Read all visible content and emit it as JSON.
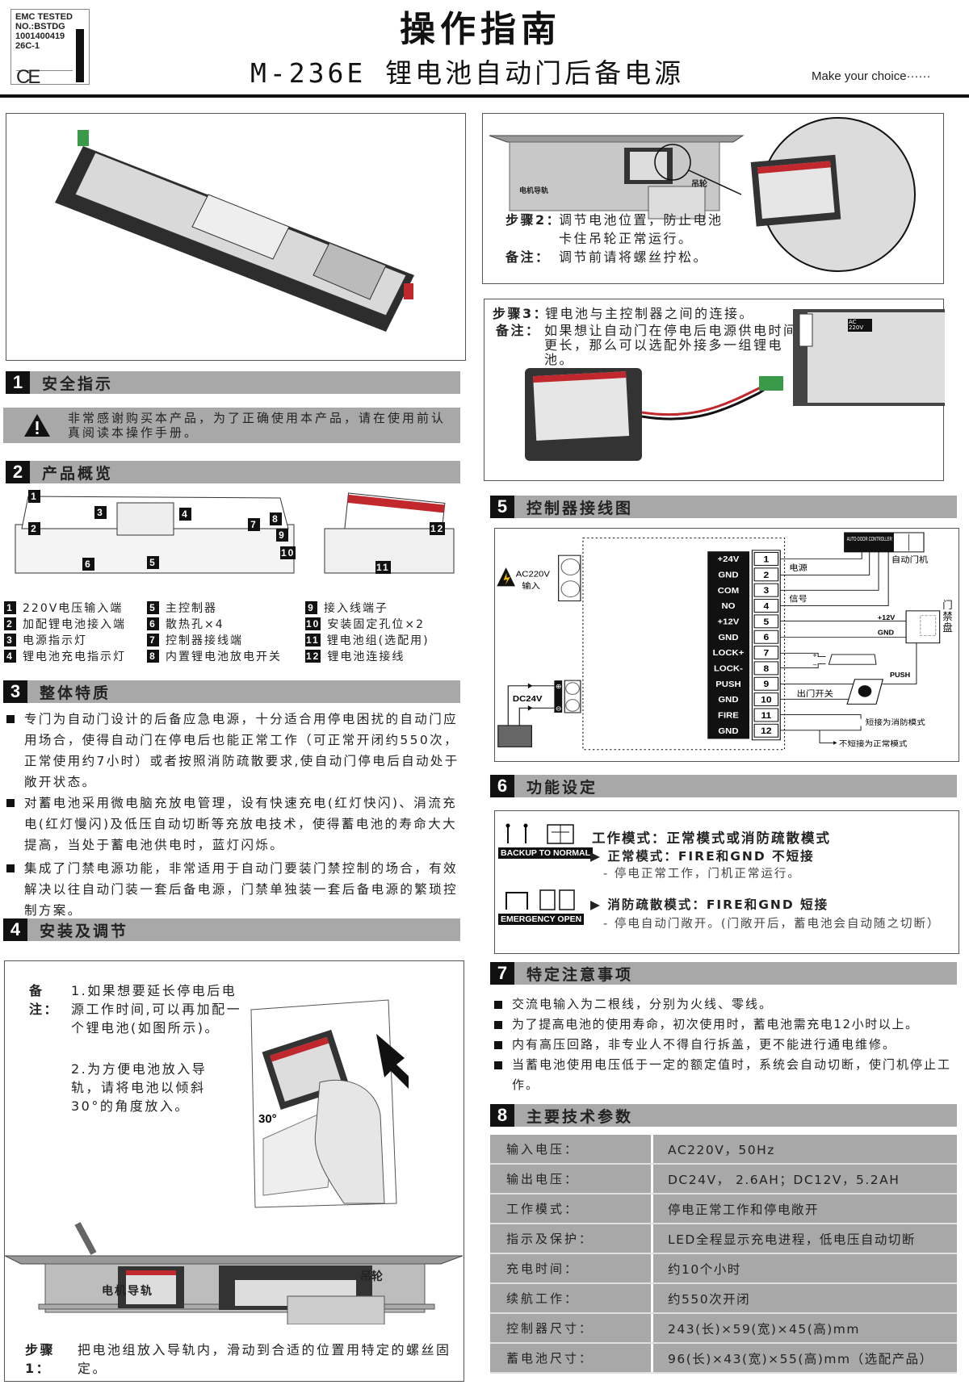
{
  "header": {
    "title": "操作指南",
    "subtitle": "M-236E 锂电池自动门后备电源",
    "slogan": "Make your choice······",
    "emc": [
      "EMC TESTED",
      "NO.:BSTDG",
      "1001400419",
      "26C-1"
    ],
    "ce_mark": "CE"
  },
  "sections": {
    "s1": {
      "num": "1",
      "title": "安全指示"
    },
    "s2": {
      "num": "2",
      "title": "产品概览"
    },
    "s3": {
      "num": "3",
      "title": "整体特质"
    },
    "s4": {
      "num": "4",
      "title": "安装及调节"
    },
    "s5": {
      "num": "5",
      "title": "控制器接线图"
    },
    "s6": {
      "num": "6",
      "title": "功能设定"
    },
    "s7": {
      "num": "7",
      "title": "特定注意事项"
    },
    "s8": {
      "num": "8",
      "title": "主要技术参数"
    }
  },
  "safety": {
    "text": "非常感谢购买本产品，为了正确使用本产品，请在使用前认真阅读本操作手册。"
  },
  "overview": {
    "callouts": [
      "1",
      "2",
      "3",
      "4",
      "5",
      "6",
      "7",
      "8",
      "9",
      "10",
      "11",
      "12"
    ],
    "legend": [
      {
        "n": "1",
        "label": "220V电压输入端"
      },
      {
        "n": "2",
        "label": "加配锂电池接入端"
      },
      {
        "n": "3",
        "label": "电源指示灯"
      },
      {
        "n": "4",
        "label": "锂电池充电指示灯"
      },
      {
        "n": "5",
        "label": "主控制器"
      },
      {
        "n": "6",
        "label": "散热孔×4"
      },
      {
        "n": "7",
        "label": "控制器接线端"
      },
      {
        "n": "8",
        "label": "内置锂电池放电开关"
      },
      {
        "n": "9",
        "label": "接入线端子"
      },
      {
        "n": "10",
        "label": "安装固定孔位×2"
      },
      {
        "n": "11",
        "label": "锂电池组(选配用)"
      },
      {
        "n": "12",
        "label": "锂电池连接线"
      }
    ]
  },
  "features": [
    "专门为自动门设计的后备应急电源，十分适合用停电困扰的自动门应用场合，使得自动门在停电后也能正常工作（可正常开闭约550次，正常使用约7小时）或者按照消防疏散要求,使自动门停电后自动处于敞开状态。",
    "对蓄电池采用微电脑充放电管理，设有快速充电(红灯快闪)、涓流充电(红灯慢闪)及低压自动切断等充放电技术，使得蓄电池的寿命大大提高，当处于蓄电池供电时，蓝灯闪烁。",
    "集成了门禁电源功能，非常适用于自动门要装门禁控制的场合，有效解决以往自动门装一套后备电源，门禁单独装一套后备电源的繁琐控制方案。"
  ],
  "install": {
    "note_label": "备注：",
    "note1": "1.如果想要延长停电后电源工作时间,可以再加配一个锂电池(如图所示)。",
    "note2": "2.为方便电池放入导轨，请将电池以倾斜30°的角度放入。",
    "angle_label": "30°",
    "rail_label": "电机导轨",
    "wheel_label": "吊轮",
    "step1_label": "步骤1：",
    "step1_text": "把电池组放入导轨内，滑动到合适的位置用特定的螺丝固定。"
  },
  "step2": {
    "rail_label": "电机导轨",
    "wheel_label": "吊轮",
    "step_label": "步骤2：",
    "step_text": "调节电池位置，防止电池卡住吊轮正常运行。",
    "note_label": "备注：",
    "note_text": "调节前请将螺丝拧松。"
  },
  "step3": {
    "step_label": "步骤3：",
    "step_text": "锂电池与主控制器之间的连接。",
    "note_label": "备注：",
    "note_text": "如果想让自动门在停电后电源供电时间更长，那么可以选配外接多一组锂电池。",
    "ac_label": "AC 220V"
  },
  "wiring": {
    "ac_input": "AC220V",
    "ac_input_cn": "输入",
    "dc_label": "DC24V",
    "terminals": [
      "+24V",
      "GND",
      "COM",
      "NO",
      "+12V",
      "GND",
      "LOCK+",
      "LOCK-",
      "PUSH",
      "GND",
      "FIRE",
      "GND"
    ],
    "numbers": [
      "1",
      "2",
      "3",
      "4",
      "5",
      "6",
      "7",
      "8",
      "9",
      "10",
      "11",
      "12"
    ],
    "controller": "AUTO-DOOR CONTROLLER",
    "door_machine": "自动门机",
    "power": "电源",
    "signal": "信号",
    "plus12": "+12V",
    "gnd": "GND",
    "access_panel": "门禁盘",
    "push": "PUSH",
    "exit_switch": "出门开关",
    "fire_short": "短接为消防模式",
    "fire_open": "不短接为正常模式"
  },
  "modes": {
    "heading": "工作模式：正常模式或消防疏散模式",
    "normal_badge": "BACKUP TO NORMAL",
    "normal_title": "正常模式：FIRE和GND 不短接",
    "normal_desc": "- 停电正常工作，门机正常运行。",
    "emergency_badge": "EMERGENCY OPEN",
    "emergency_title": "消防疏散模式：FIRE和GND 短接",
    "emergency_desc": "- 停电自动门敞开。(门敞开后，蓄电池会自动随之切断）"
  },
  "notices": [
    "交流电输入为二根线，分别为火线、零线。",
    "为了提高电池的使用寿命，初次使用时，蓄电池需充电12小时以上。",
    "内有高压回路，非专业人不得自行拆盖，更不能进行通电维修。",
    "当蓄电池使用电压低于一定的额定值时，系统会自动切断，使门机停止工作。"
  ],
  "specs": [
    {
      "k": "输入电压：",
      "v": "AC220V，50Hz"
    },
    {
      "k": "输出电压：",
      "v": "DC24V， 2.6AH；DC12V，5.2AH"
    },
    {
      "k": "工作模式：",
      "v": "停电正常工作和停电敞开"
    },
    {
      "k": "指示及保护：",
      "v": "LED全程显示充电进程，低电压自动切断"
    },
    {
      "k": "充电时间：",
      "v": "约10个小时"
    },
    {
      "k": "续航工作：",
      "v": "约550次开闭"
    },
    {
      "k": "控制器尺寸：",
      "v": "243(长)×59(宽)×45(高)mm"
    },
    {
      "k": "蓄电池尺寸：",
      "v": "96(长)×43(宽)×55(高)mm（选配产品）"
    }
  ],
  "colors": {
    "section_bar": "#a8a8a8",
    "black": "#111111",
    "warning_red": "#c0282d",
    "connector_green": "#3a9a4a"
  }
}
